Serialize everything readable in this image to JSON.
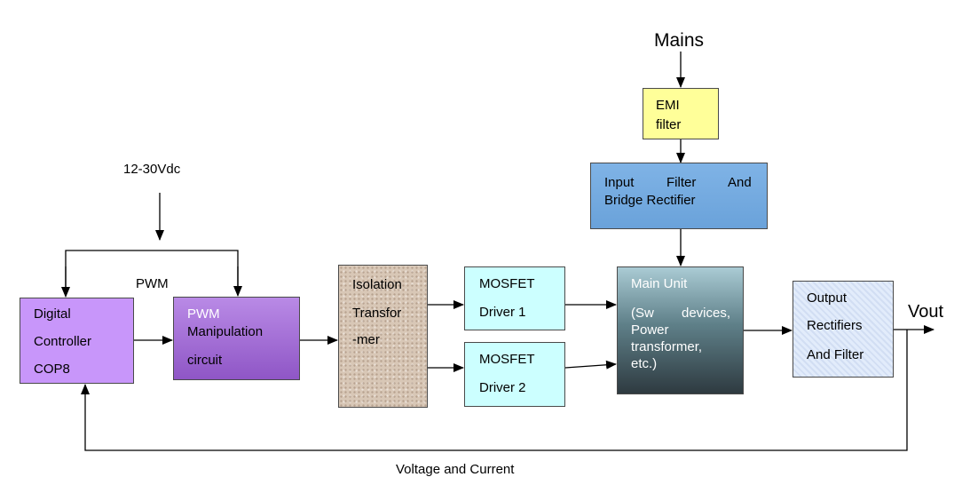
{
  "diagram": {
    "inputs": {
      "mains": "Mains",
      "supply_dc": "12-30Vdc"
    },
    "signals": {
      "pwm": "PWM",
      "vout": "Vout",
      "feedback": "Voltage and Current"
    },
    "blocks": {
      "emi_filter": {
        "line1": "EMI",
        "line2": "filter"
      },
      "input_filter": {
        "line1a": "Input",
        "line1b": "Filter",
        "line1c": "And",
        "line2": "Bridge Rectifier"
      },
      "digital_controller": {
        "line1": "Digital",
        "line2": "Controller",
        "line3": "COP8"
      },
      "pwm_circuit": {
        "line1": "PWM",
        "line2": "Manipulation",
        "line3": "circuit"
      },
      "isolation_transformer": {
        "line1": "Isolation",
        "line2": "Transfor",
        "line3": "-mer"
      },
      "mosfet_driver_1": {
        "line1": "MOSFET",
        "line2": "Driver 1"
      },
      "mosfet_driver_2": {
        "line1": "MOSFET",
        "line2": "Driver 2"
      },
      "main_unit": {
        "line1": "Main Unit",
        "line2a": "(Sw",
        "line2b": "devices,",
        "line3": "Power",
        "line4": "transformer,",
        "line5": "etc.)"
      },
      "output_rectifiers": {
        "line1": "Output",
        "line2": "Rectifiers",
        "line3": "And Filter"
      }
    },
    "colors": {
      "emi_filter": "#ffff99",
      "input_filter": "#6aa2da",
      "digital_controller": "#c896fa",
      "pwm_circuit": "#8f56c6",
      "isolation_transformer": "#d8c7b6",
      "mosfet_driver": "#ccffff",
      "main_unit": "#3a4a52",
      "output_rectifiers": "#e2ecfb",
      "wire": "#000000"
    }
  }
}
